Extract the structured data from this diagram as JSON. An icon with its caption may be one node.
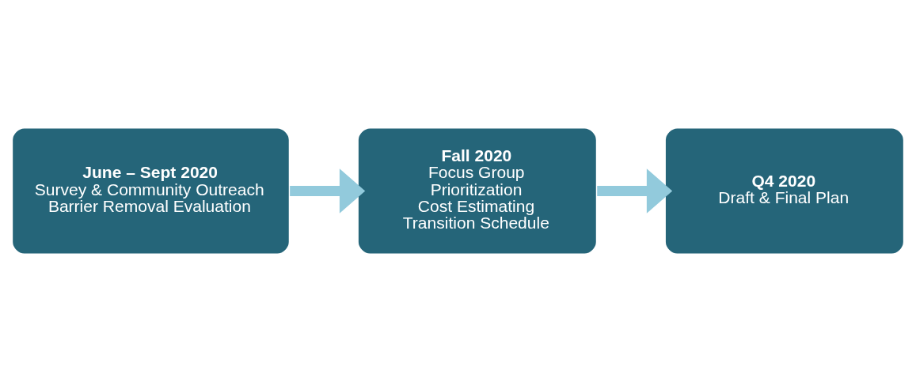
{
  "diagram": {
    "nodes": [
      {
        "text": [
          "June – Sept 2020",
          "Survey & Community Outreach",
          "Barrier Removal Evaluation"
        ]
      },
      {
        "text": [
          "Fall 2020",
          "Focus Group",
          "Prioritization",
          "Cost Estimating",
          "Transition Schedule"
        ]
      },
      {
        "text": [
          "Q4 2020",
          "Draft & Final Plan"
        ]
      }
    ],
    "edges": [
      {
        "from": 0,
        "to": 1,
        "arrow": "to"
      },
      {
        "from": 1,
        "to": 2,
        "arrow": "to"
      }
    ]
  }
}
